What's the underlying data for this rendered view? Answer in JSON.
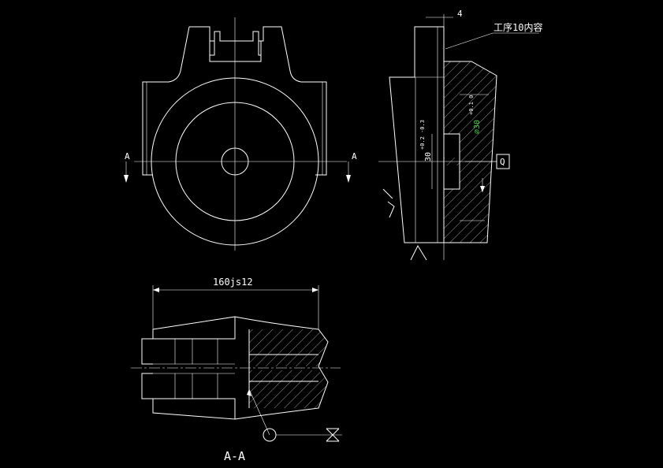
{
  "colors": {
    "background": "#000000",
    "line": "#ffffff",
    "dimension_highlight": "#3cd23c"
  },
  "front_view": {
    "section_mark_left": "A",
    "section_mark_right": "A"
  },
  "side_view": {
    "dim_top": "4",
    "callout": "工序10内容",
    "dim_diameter_prefix": "⌀30",
    "dim_diameter_tol": "+0.1 0",
    "dim_height": "30",
    "dim_height_tol": "+0.2 -0.3",
    "datum_label": "Q"
  },
  "section_view": {
    "dim_length": "160js12",
    "section_title": "A-A"
  }
}
